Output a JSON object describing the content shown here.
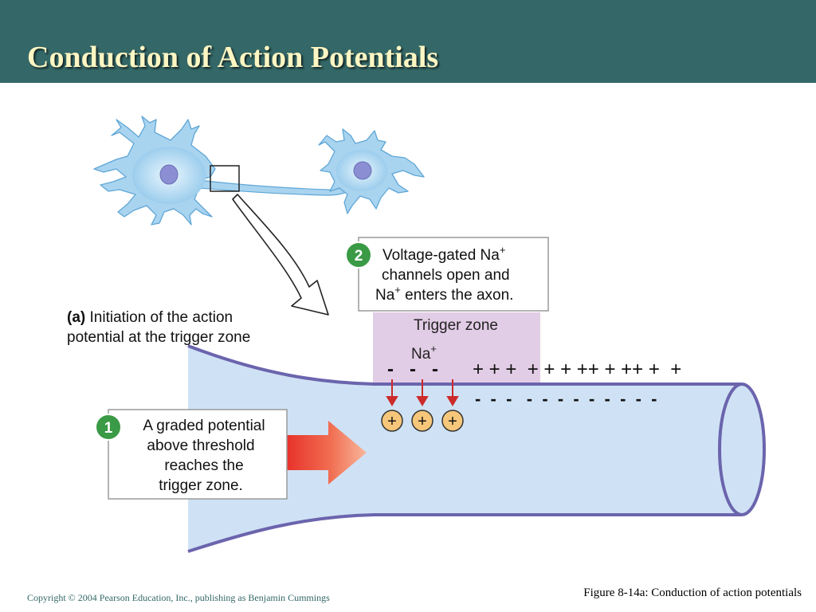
{
  "slide": {
    "title": "Conduction of Action Potentials",
    "copyright": "Copyright © 2004 Pearson Education, Inc., publishing as Benjamin Cummings",
    "figure_caption": "Figure 8-14a: Conduction of action potentials"
  },
  "diagram": {
    "part_label": "(a)",
    "part_title_line1": "Initiation of the action",
    "part_title_line2": "potential at the trigger zone",
    "trigger_zone_label": "Trigger zone",
    "na_label": "Na",
    "na_superscript": "+",
    "step1": {
      "number": "1",
      "line1": "A graded potential",
      "line2": "above threshold",
      "line3": "reaches the",
      "line4": "trigger zone."
    },
    "step2": {
      "number": "2",
      "line1": "Voltage-gated Na",
      "line1_sup": "+",
      "line2": "channels open and",
      "line3": "Na",
      "line3_sup": "+",
      "line3_rest": " enters the axon."
    },
    "top_minus_signs": "-   -   -",
    "top_plus_signs": "+ + +  + + + ++ + ++ +  +",
    "inner_minus_signs": "-  -  -   -  -  -  -  -  -  -  -  -",
    "ion_symbol": "+"
  },
  "colors": {
    "title_bar": "#346767",
    "title_text": "#fdf6c3",
    "axon_fill": "#cfe2f5",
    "membrane": "#6b64ad",
    "trigger_zone": "#e2cde6",
    "step_circle": "#3a9a45",
    "ion_fill": "#f6c77a",
    "na_arrow": "#cc2b2b",
    "neuron_fill": "#9fd0ee",
    "nucleus": "#8b8ed2"
  }
}
